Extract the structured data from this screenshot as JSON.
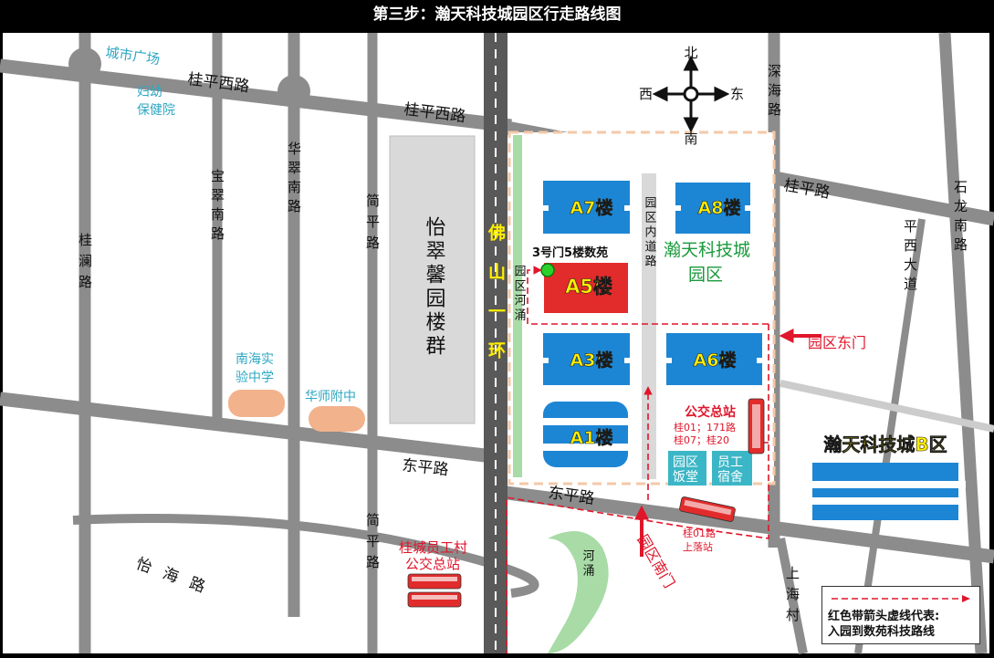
{
  "title": "第三步：瀚天科技城园区行走路线图",
  "roads": {
    "city_square": "城市广场",
    "guiping_west_1": "桂平西路",
    "guiping_west_2": "桂平西路",
    "guiping": "桂平路",
    "dongping_1": "东平路",
    "dongping_2": "东平路",
    "foshan_ring": "佛山一环",
    "jianping_1": "简平路",
    "jianping_2": "简平路",
    "gui_lan": "桂澜路",
    "bao_cui": "宝翠南路",
    "hua_cui": "华翠南路",
    "shen_hai": "深海路",
    "shi_long": "石龙南路",
    "ping_xi": "平西大道",
    "yi_hai": "怡海路",
    "shang_hai_cun": "上海村",
    "park_inner_road": "园区内道路",
    "park_river": "园区河涌",
    "river": "河涌"
  },
  "places": {
    "maternity": "妇幼保健院",
    "yicui": "怡翠馨园楼群",
    "nanhai_school": "南海实验中学",
    "huashi_school": "华师附中",
    "guicheng_bus": "桂城员工村公交总站",
    "park_a": "瀚天科技城园区",
    "park_b": "瀚天科技城B区",
    "canteen": "园区饭堂",
    "dorm": "员工宿舍"
  },
  "buildings": {
    "a7": "A7楼",
    "a8": "A8楼",
    "a5": "A5楼",
    "a3": "A3楼",
    "a6": "A6楼",
    "a1": "A1楼"
  },
  "destination": "3号门5楼数苑",
  "bus": {
    "hub_title": "公交总站",
    "hub_line1": "桂01；171路",
    "hub_line2": "桂07；桂20",
    "stop_line1": "桂01路",
    "stop_line2": "上落站"
  },
  "gates": {
    "east": "园区东门",
    "south": "园区南门"
  },
  "compass": {
    "north": "北",
    "south": "南",
    "east": "东",
    "west": "西"
  },
  "legend": {
    "line1": "红色带箭头虚线代表:",
    "line2": "入园到数苑科技路线"
  },
  "colors": {
    "road": "#8c8c8c",
    "ring_road": "#555555",
    "building_blue": "#1d86d4",
    "building_red": "#e22b2b",
    "route_red": "#e0162b",
    "green_text": "#1a9a3c",
    "cyan_text": "#2fa7c2",
    "label_yellow": "#ffee00",
    "school_orange": "#f2b28c"
  }
}
